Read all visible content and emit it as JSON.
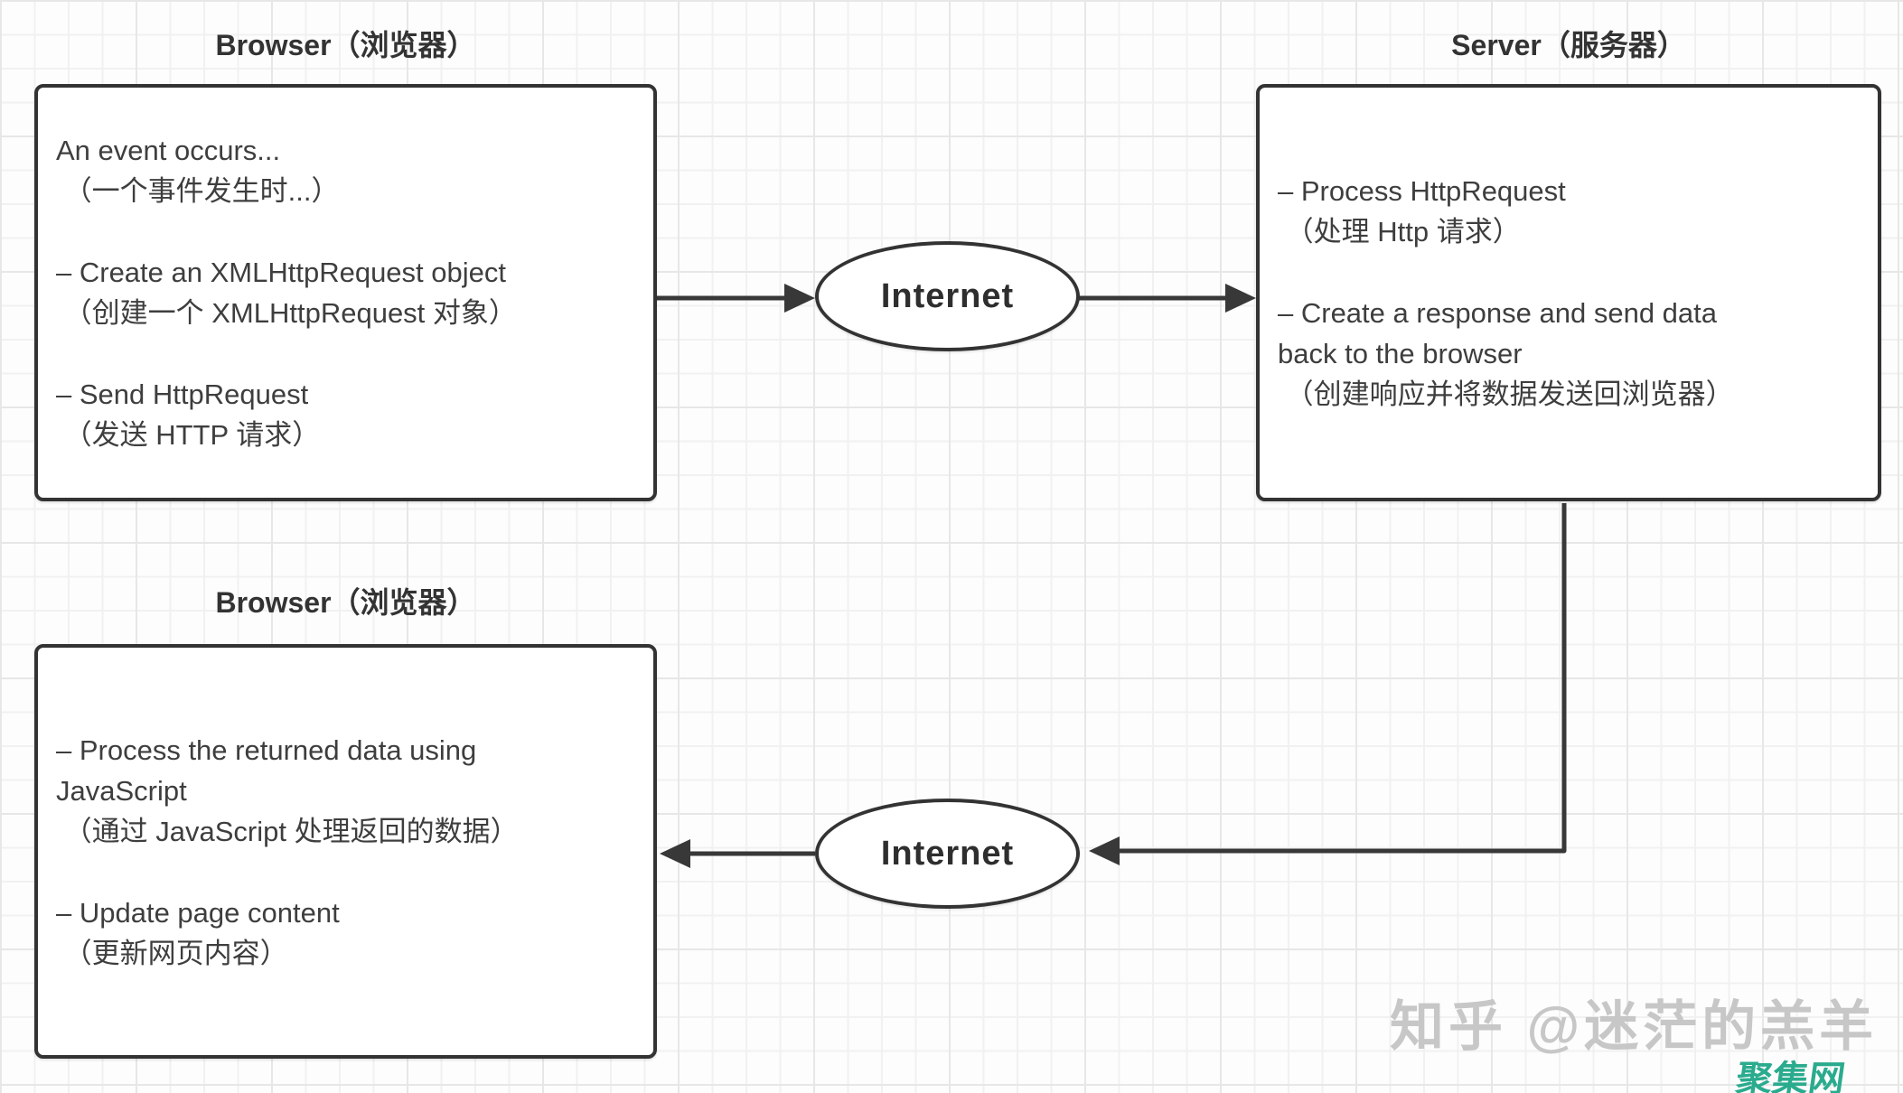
{
  "diagram": {
    "top_left_box": {
      "title": "Browser（浏览器）",
      "lines": [
        "An event occurs...",
        " （一个事件发生时...）",
        "",
        "– Create an XMLHttpRequest object",
        " （创建一个 XMLHttpRequest 对象）",
        "",
        "– Send HttpRequest",
        " （发送 HTTP 请求）"
      ]
    },
    "server_box": {
      "title": "Server（服务器）",
      "lines": [
        "– Process HttpRequest",
        " （处理 Http 请求）",
        "",
        "– Create a response and send data",
        "back to the browser",
        " （创建响应并将数据发送回浏览器）"
      ]
    },
    "bottom_left_box": {
      "title": "Browser（浏览器）",
      "lines": [
        "– Process the returned data using",
        "JavaScript",
        " （通过 JavaScript 处理返回的数据）",
        "",
        "– Update page content",
        " （更新网页内容）"
      ]
    },
    "internet_top": {
      "label": "Internet"
    },
    "internet_bottom": {
      "label": "Internet"
    },
    "watermark": {
      "credit": "知乎 @迷茫的羔羊",
      "site": "聚集网"
    },
    "colors": {
      "box_border": "#333333",
      "arrow": "#383838",
      "text": "#3e3e3e",
      "watermark_gray": "#c5c5c5",
      "watermark_green": "#2aab8e"
    }
  }
}
